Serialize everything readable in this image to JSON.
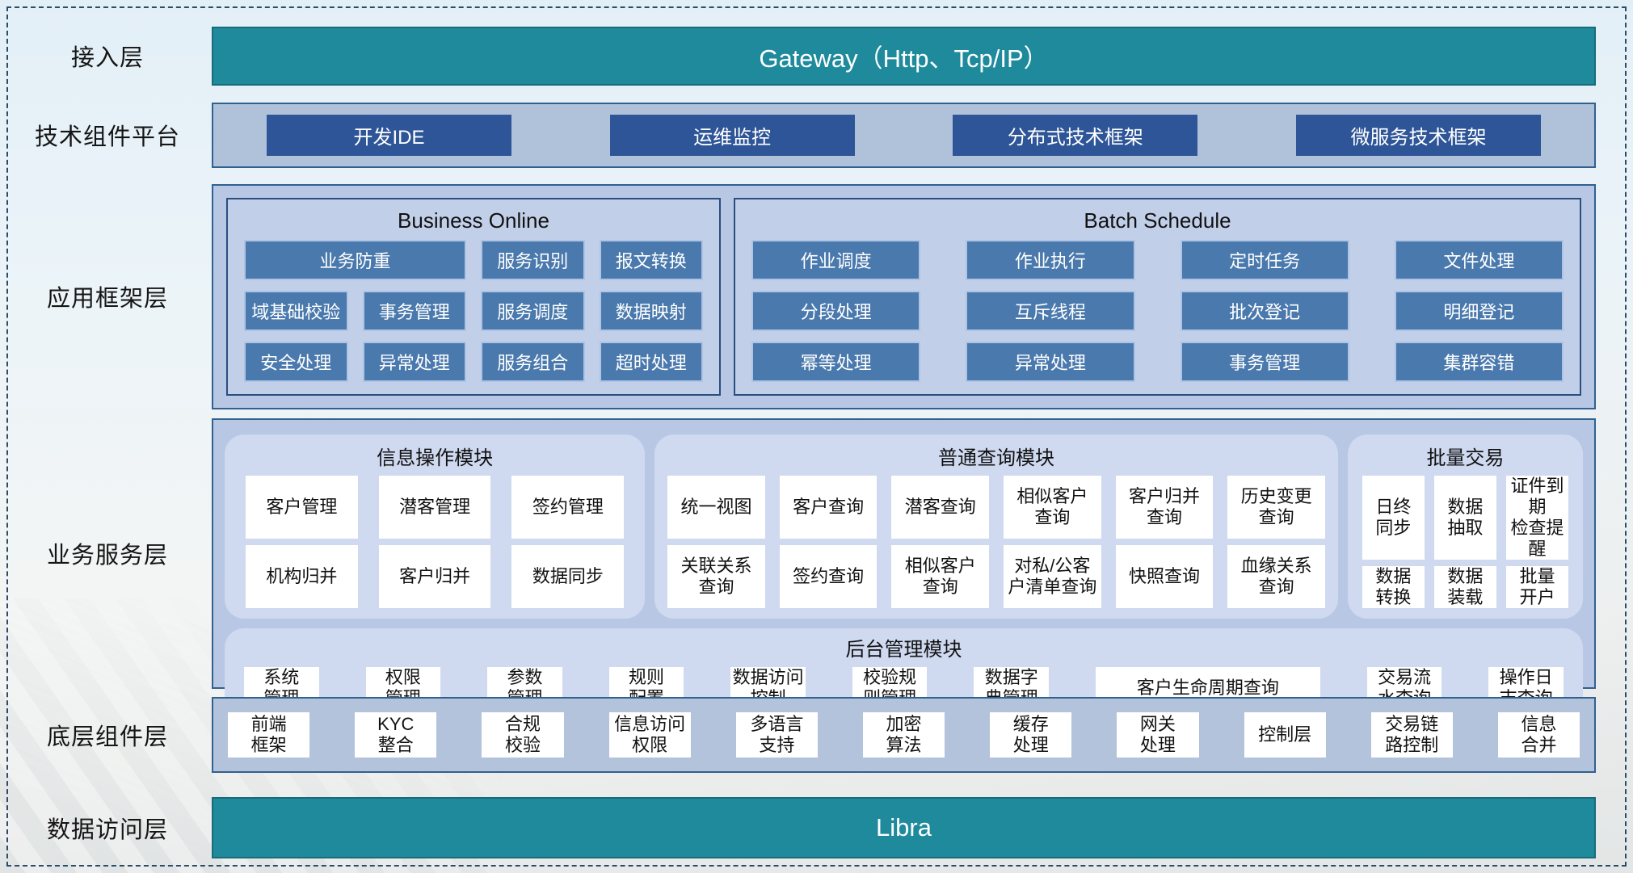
{
  "access_layer": {
    "label": "接入层",
    "gateway_text": "Gateway（Http、Tcp/IP）"
  },
  "tech_platform": {
    "label": "技术组件平台",
    "buttons": [
      "开发IDE",
      "运维监控",
      "分布式技术框架",
      "微服务技术框架"
    ]
  },
  "app_framework": {
    "label": "应用框架层",
    "business_online": {
      "title": "Business Online",
      "buttons": [
        "业务防重",
        "服务识别",
        "报文转换",
        "域基础校验",
        "事务管理",
        "服务调度",
        "数据映射",
        "安全处理",
        "异常处理",
        "服务组合",
        "超时处理"
      ]
    },
    "batch_schedule": {
      "title": "Batch Schedule",
      "buttons": [
        "作业调度",
        "作业执行",
        "定时任务",
        "文件处理",
        "分段处理",
        "互斥线程",
        "批次登记",
        "明细登记",
        "幂等处理",
        "异常处理",
        "事务管理",
        "集群容错"
      ]
    }
  },
  "business_service": {
    "label": "业务服务层",
    "info_module": {
      "title": "信息操作模块",
      "buttons": [
        "客户管理",
        "潜客管理",
        "签约管理",
        "机构归并",
        "客户归并",
        "数据同步"
      ]
    },
    "query_module": {
      "title": "普通查询模块",
      "buttons": [
        "统一视图",
        "客户查询",
        "潜客查询",
        "相似客户\n查询",
        "客户归并\n查询",
        "历史变更\n查询",
        "关联关系\n查询",
        "签约查询",
        "相似客户\n查询",
        "对私/公客\n户清单查询",
        "快照查询",
        "血缘关系\n查询"
      ]
    },
    "batch_module": {
      "title": "批量交易",
      "buttons": [
        "日终\n同步",
        "数据\n抽取",
        "证件到期\n检查提醒",
        "数据\n转换",
        "数据\n装载",
        "批量\n开户"
      ]
    },
    "admin_module": {
      "title": "后台管理模块",
      "buttons": [
        "系统\n管理",
        "权限\n管理",
        "参数\n管理",
        "规则\n配置",
        "数据访问\n控制",
        "校验规\n则管理",
        "数据字\n典管理",
        "客户生命周期查询",
        "交易流\n水查询",
        "操作日\n志查询"
      ]
    }
  },
  "base_components": {
    "label": "底层组件层",
    "buttons": [
      "前端\n框架",
      "KYC\n整合",
      "合规\n校验",
      "信息访问\n权限",
      "多语言\n支持",
      "加密\n算法",
      "缓存\n处理",
      "网关\n处理",
      "控制层",
      "交易链\n路控制",
      "信息\n合并"
    ]
  },
  "data_access": {
    "label": "数据访问层",
    "bar_text": "Libra"
  },
  "colors": {
    "teal_bar": "#1e8a9c",
    "navy_button": "#2e5597",
    "steel_button": "#4a79ad",
    "container_bg": "#b7c7e4",
    "inner_panel_bg": "#c2cfe9",
    "module_bg": "#cfd9f0",
    "white_button": "#ffffff",
    "dark_border": "#31618f",
    "dashed_border": "#2b4c68"
  }
}
